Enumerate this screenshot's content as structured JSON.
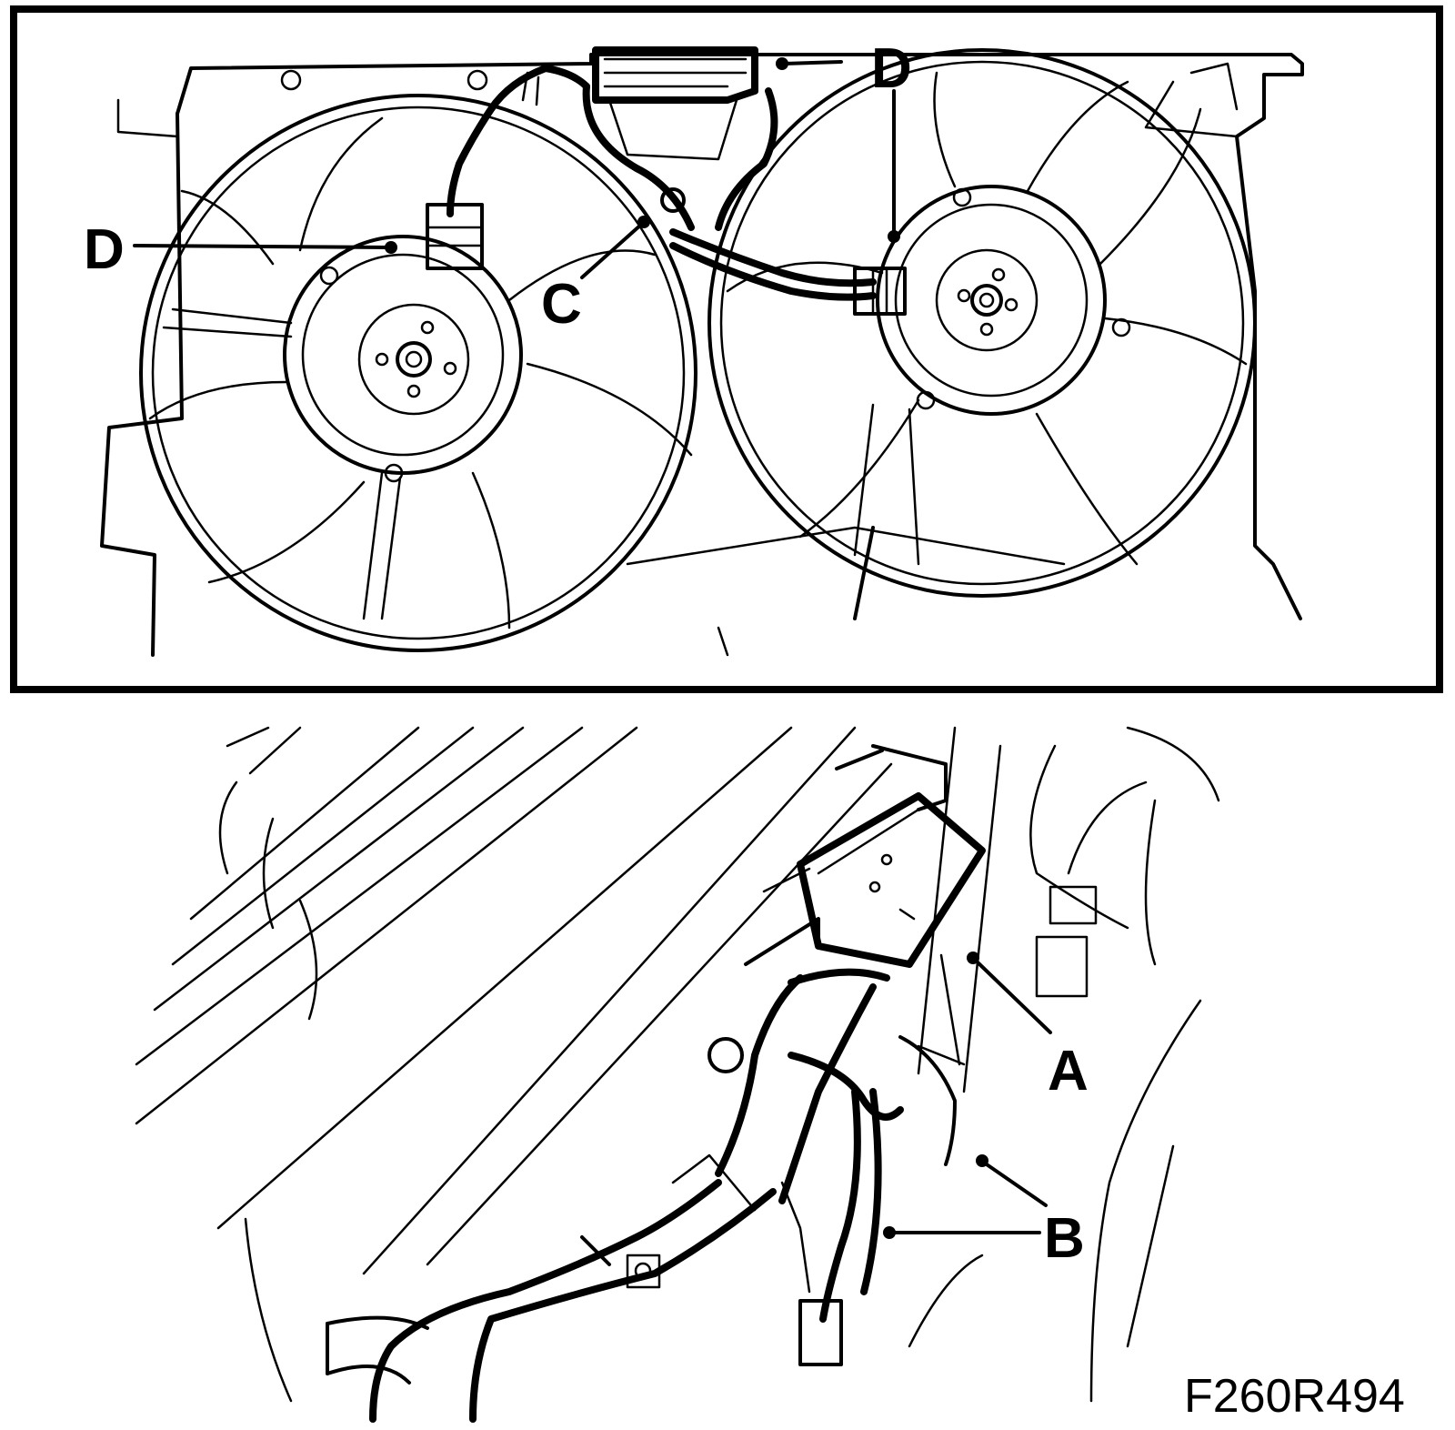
{
  "figure": {
    "code": "F260R494",
    "colors": {
      "ink": "#000000",
      "paper": "#ffffff"
    }
  },
  "top_view": {
    "callouts": [
      {
        "id": "D-left",
        "text": "D"
      },
      {
        "id": "D-right",
        "text": "D"
      },
      {
        "id": "C",
        "text": "C"
      }
    ]
  },
  "bottom_view": {
    "callouts": [
      {
        "id": "A",
        "text": "A"
      },
      {
        "id": "B",
        "text": "B"
      }
    ]
  }
}
